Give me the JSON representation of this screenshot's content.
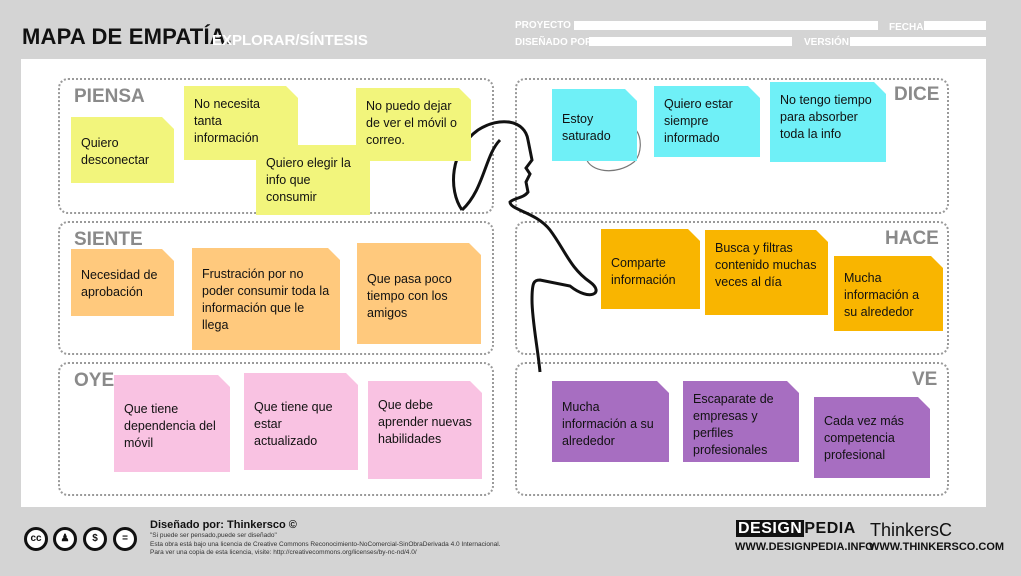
{
  "header": {
    "title": "MAPA DE EMPATÍA.",
    "subtitle": "EXPLORAR/SÍNTESIS",
    "fields": {
      "proyecto": "PROYECTO",
      "disenado_por": "DISEÑADO POR",
      "fecha": "FECHA",
      "version": "VERSIÓN"
    }
  },
  "quadrants": {
    "piensa": {
      "label": "PIENSA",
      "notes": [
        "Quiero desconectar",
        "No necesita tanta información",
        "Quiero elegir la info que consumir",
        "No puedo dejar de ver el móvil o correo."
      ]
    },
    "dice": {
      "label": "DICE",
      "notes": [
        "Estoy saturado",
        "Quiero estar siempre informado",
        "No tengo tiempo para absorber toda la info"
      ]
    },
    "siente": {
      "label": "SIENTE",
      "notes": [
        "Necesidad de aprobación",
        "Frustración por no poder consumir toda la información que le llega",
        "Que pasa poco tiempo con los amigos"
      ]
    },
    "hace": {
      "label": "HACE",
      "notes": [
        "Comparte información",
        "Busca y filtras contenido muchas veces al día",
        "Mucha información a su alrededor"
      ]
    },
    "oye": {
      "label": "OYE",
      "notes": [
        "Que tiene dependencia del móvil",
        "Que tiene que estar actualizado",
        "Que debe aprender nuevas habilidades"
      ]
    },
    "ve": {
      "label": "VE",
      "notes": [
        "Mucha información a su alrededor",
        "Escaparate de empresas y perfiles profesionales",
        "Cada vez más competencia profesional"
      ]
    }
  },
  "footer": {
    "designed_by": "Diseñado por: Thinkersco ©",
    "tagline": "\"Si puede ser pensado,puede ser diseñado\"",
    "license_line1": "Esta obra está bajo una licencia de Creative Commons Reconocimiento-NoComercial-SinObraDerivada 4.0 Internacional.",
    "license_line2": "Para ver una copia de esta licencia, visite: http://creativecommons.org/licenses/by-nc-nd/4.0/",
    "logo_designpedia_a": "DESIGN",
    "logo_designpedia_b": "PEDIA",
    "url_designpedia": "WWW.DESIGNPEDIA.INFO",
    "logo_thinkersco": "ThinkersC",
    "url_thinkersco": "WWW.THINKERSCO.COM"
  },
  "colors": {
    "yellow_note": "#f2f57c",
    "cyan_note": "#6ff0f7",
    "peach_note": "#ffc97d",
    "orange_note": "#f9b500",
    "pink_note": "#f9c2e2",
    "purple_note": "#a76ec1"
  }
}
